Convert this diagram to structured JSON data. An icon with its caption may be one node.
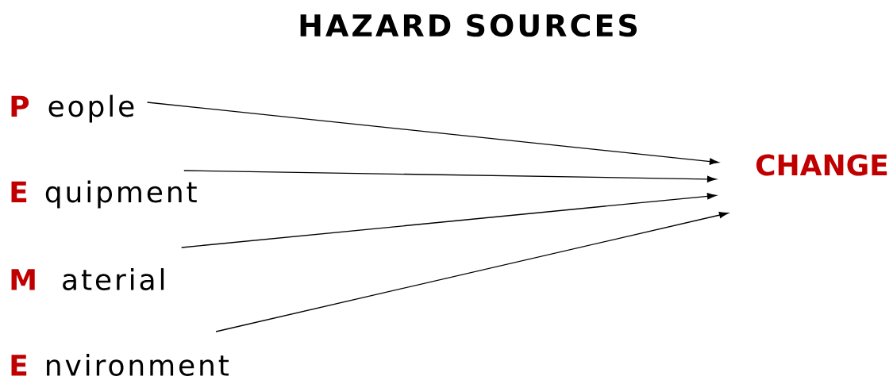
{
  "diagram": {
    "title": "HAZARD SOURCES",
    "nodes": [
      {
        "text": [
          "P",
          "eople"
        ]
      },
      {
        "text": [
          "E",
          "quipment"
        ]
      },
      {
        "text": [
          "M",
          "aterial"
        ]
      },
      {
        "text": [
          "E",
          "nvironment"
        ]
      },
      {
        "text": [
          "CHANGE"
        ]
      }
    ],
    "edges": [
      {
        "from": 0,
        "to": 4,
        "arrow": "to"
      },
      {
        "from": 1,
        "to": 4,
        "arrow": "to"
      },
      {
        "from": 2,
        "to": 4,
        "arrow": "to"
      },
      {
        "from": 3,
        "to": 4,
        "arrow": "to"
      }
    ]
  }
}
